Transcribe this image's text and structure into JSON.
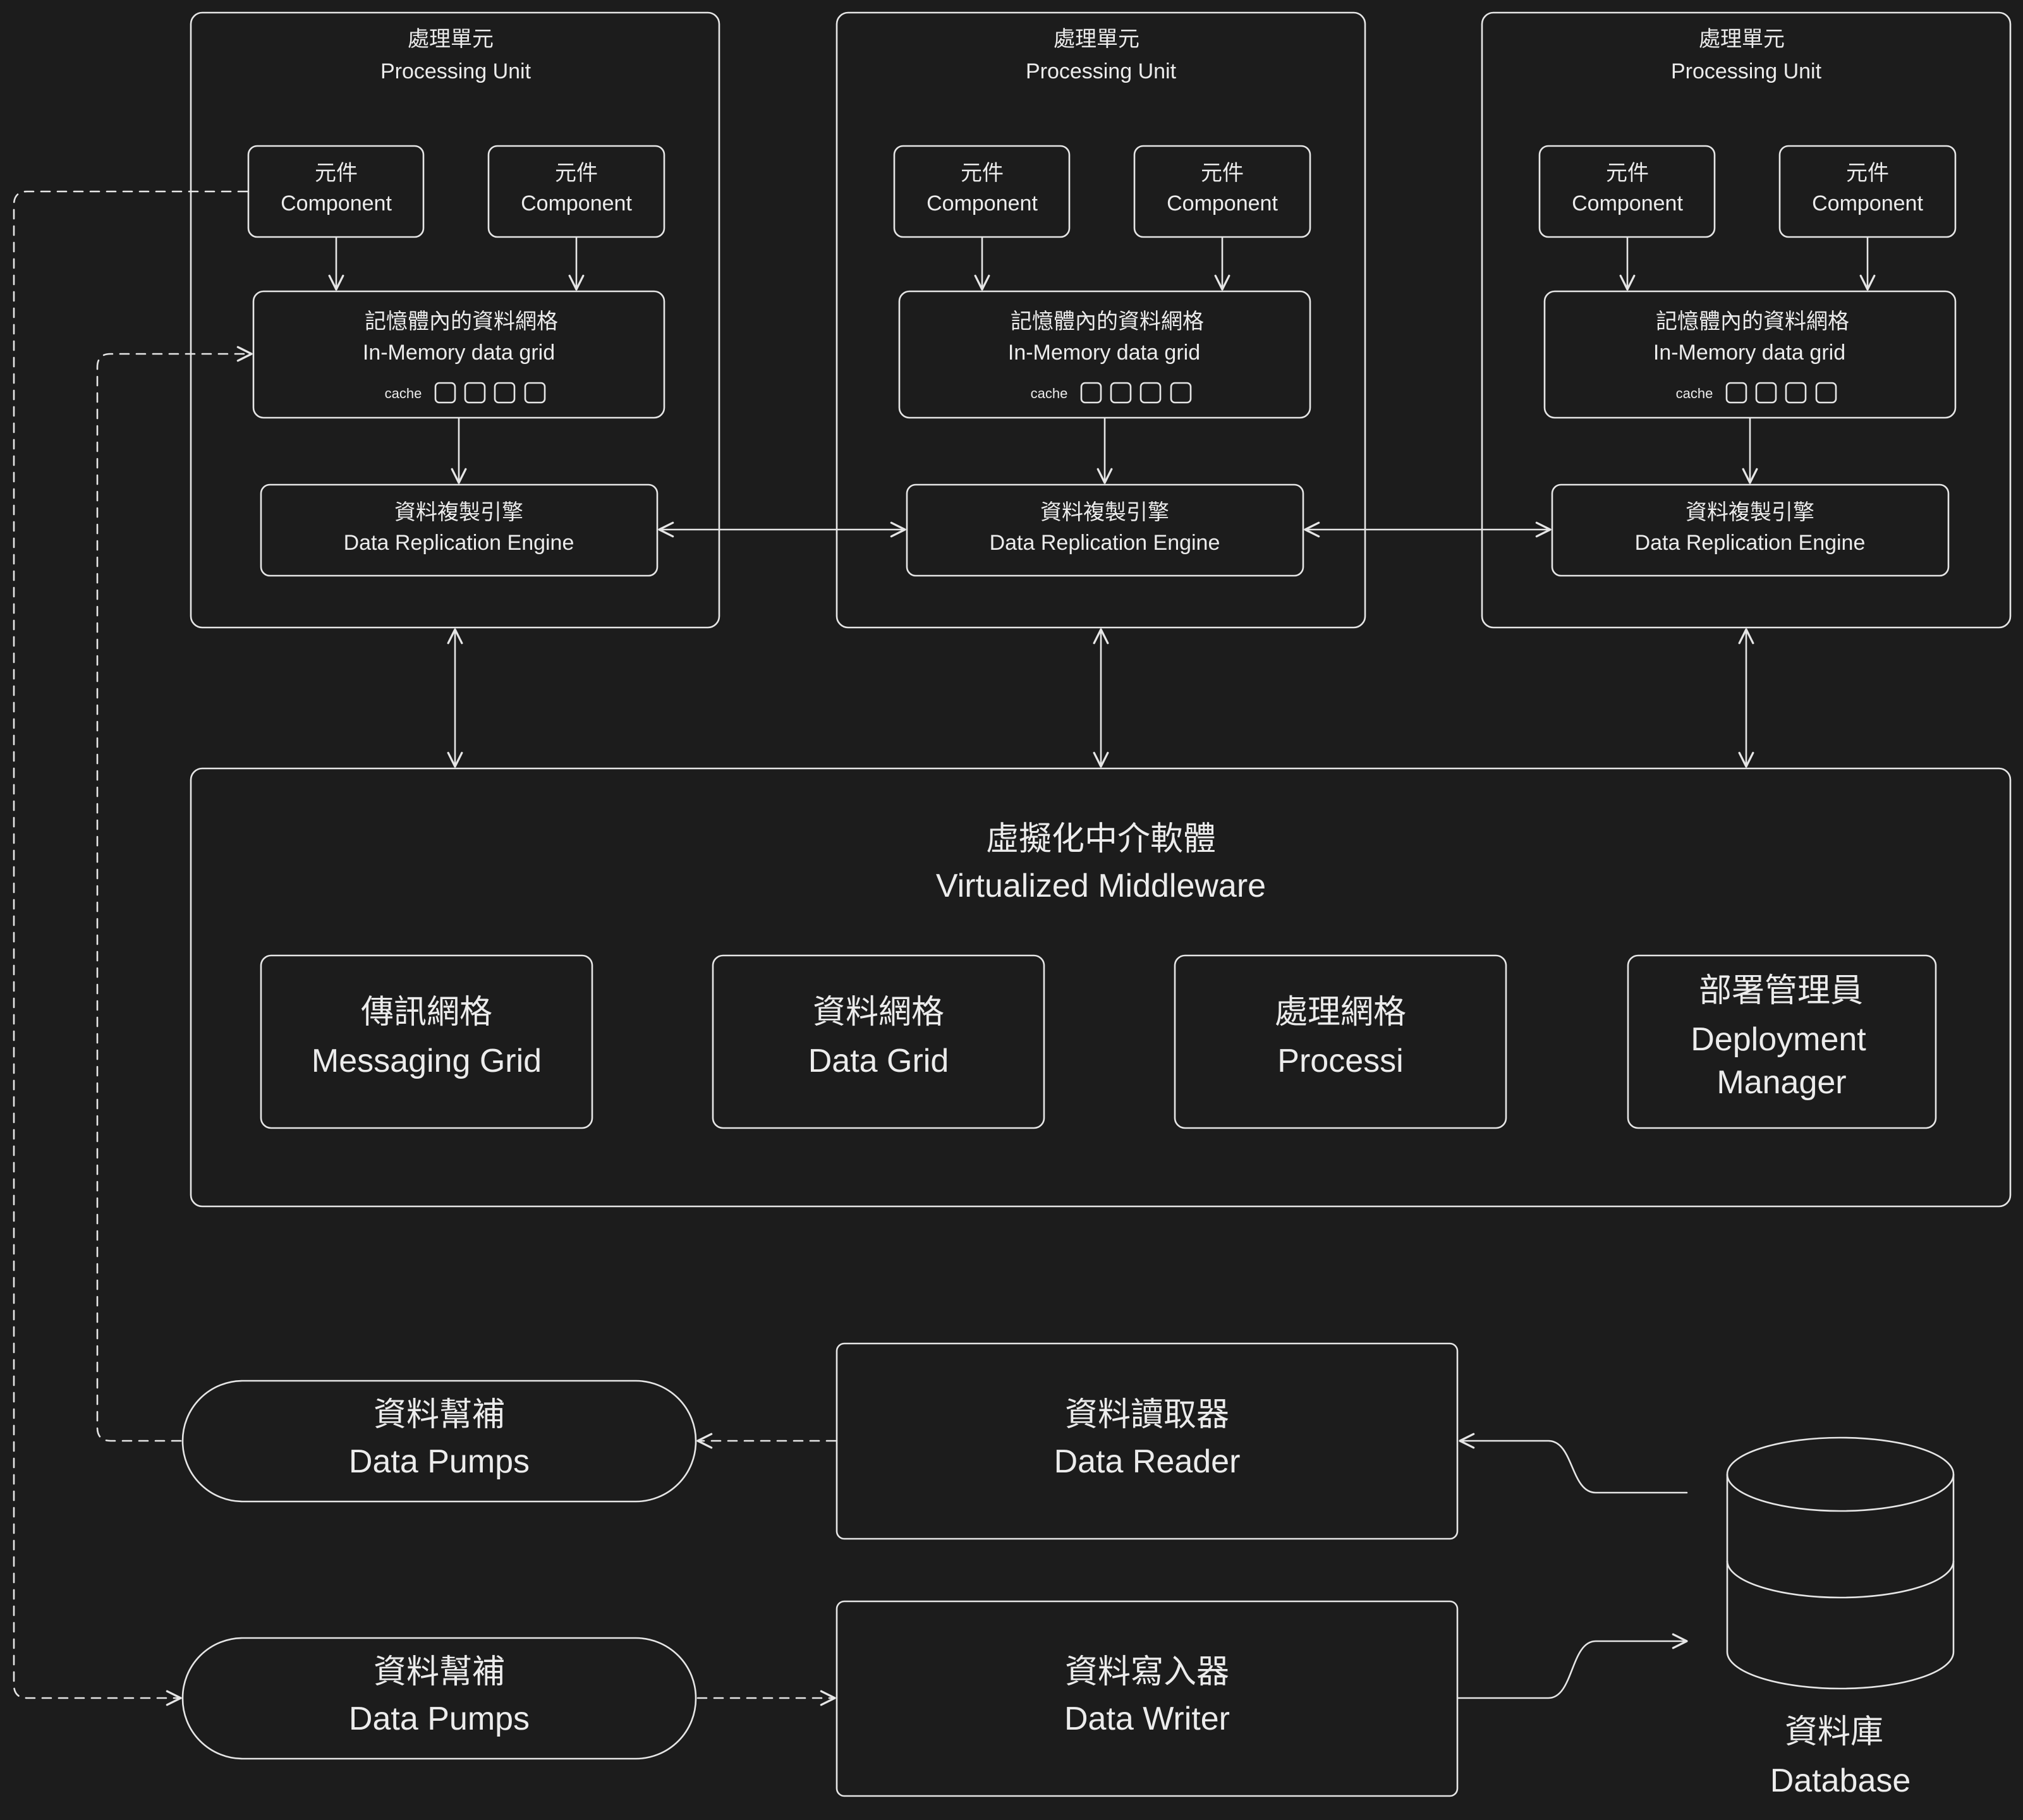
{
  "processing_unit": {
    "title_zh": "處理單元",
    "title_en": "Processing Unit",
    "component_zh": "元件",
    "component_en": "Component",
    "grid_zh": "記憶體內的資料網格",
    "grid_en": "In-Memory data grid",
    "cache_label": "cache",
    "engine_zh": "資料複製引擎",
    "engine_en": "Data Replication Engine"
  },
  "middleware": {
    "title_zh": "虛擬化中介軟體",
    "title_en": "Virtualized Middleware",
    "modules": [
      {
        "zh": "傳訊網格",
        "en": "Messaging Grid"
      },
      {
        "zh": "資料網格",
        "en": "Data Grid"
      },
      {
        "zh": "處理網格",
        "en": "Processi"
      },
      {
        "zh": "部署管理員",
        "en": "Deployment",
        "en2": "Manager"
      }
    ]
  },
  "pumps": [
    {
      "zh": "資料幫補",
      "en": "Data Pumps"
    },
    {
      "zh": "資料幫補",
      "en": "Data Pumps"
    }
  ],
  "reader": {
    "zh": "資料讀取器",
    "en": "Data Reader"
  },
  "writer": {
    "zh": "資料寫入器",
    "en": "Data Writer"
  },
  "database": {
    "zh": "資料庫",
    "en": "Database"
  }
}
